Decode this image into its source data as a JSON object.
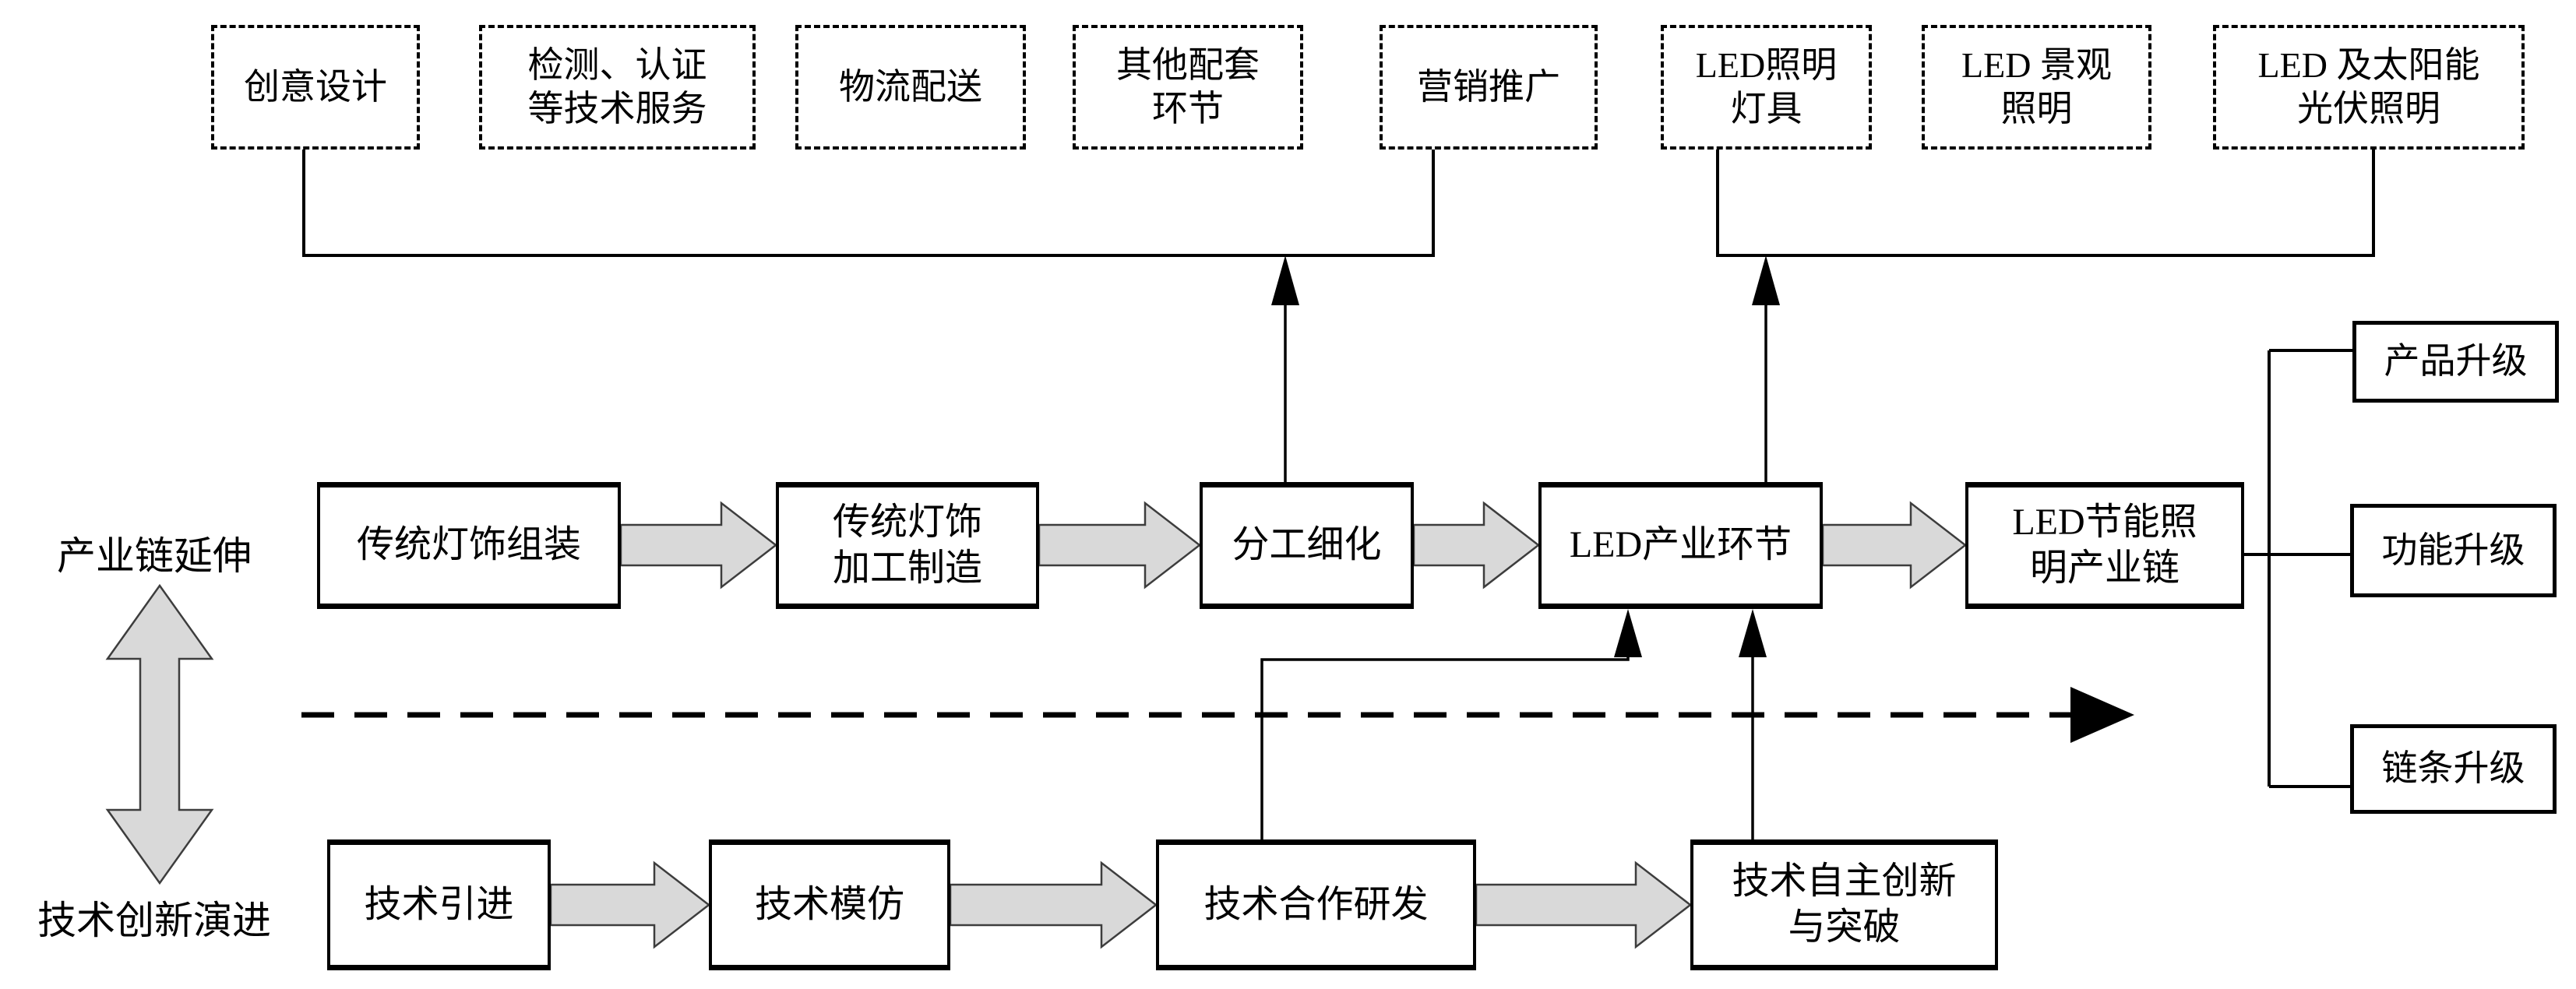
{
  "colors": {
    "background": "#ffffff",
    "line": "#000000",
    "block_arrow_fill": "#d9d9d9",
    "block_arrow_stroke": "#3d3d3d"
  },
  "left_labels": {
    "top": "产业链延伸",
    "bottom": "技术创新演进"
  },
  "top_row": {
    "support_boxes": [
      {
        "label": "创意设计"
      },
      {
        "label": "检测、认证\n等技术服务"
      },
      {
        "label": "物流配送"
      },
      {
        "label": "其他配套\n环节"
      },
      {
        "label": "营销推广"
      }
    ],
    "product_boxes": [
      {
        "label": "LED照明\n灯具"
      },
      {
        "label": "LED 景观\n照明"
      },
      {
        "label": "LED 及太阳能\n光伏照明"
      }
    ]
  },
  "industry_row": [
    {
      "label": "传统灯饰组装"
    },
    {
      "label": "传统灯饰\n加工制造"
    },
    {
      "label": "分工细化"
    },
    {
      "label": "LED产业环节"
    },
    {
      "label": "LED节能照\n明产业链"
    }
  ],
  "tech_row": [
    {
      "label": "技术引进"
    },
    {
      "label": "技术模仿"
    },
    {
      "label": "技术合作研发"
    },
    {
      "label": "技术自主创新\n与突破"
    }
  ],
  "upgrade_boxes": [
    {
      "label": "产品升级"
    },
    {
      "label": "功能升级"
    },
    {
      "label": "链条升级"
    }
  ]
}
